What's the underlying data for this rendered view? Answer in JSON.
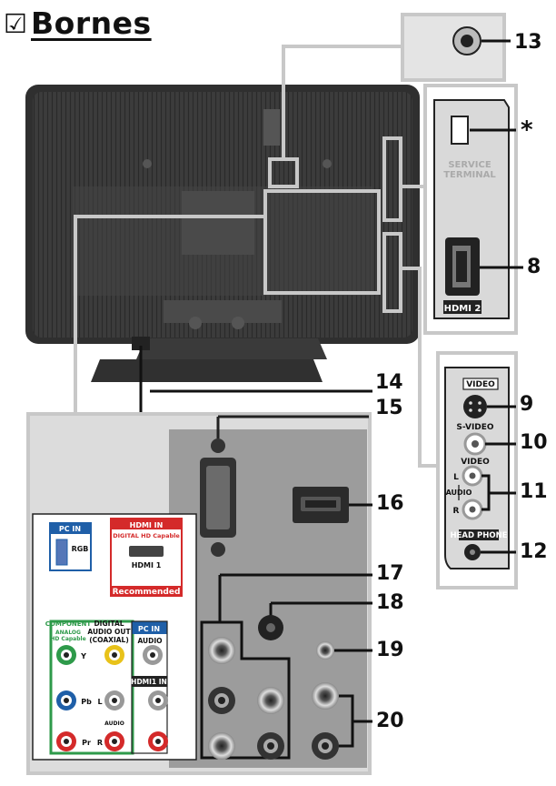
{
  "title": {
    "checkbox": "☑",
    "text": "Bornes"
  },
  "callouts": {
    "n13": "13",
    "star": "*",
    "n8": "8",
    "n14": "14",
    "n15": "15",
    "n9": "9",
    "n10": "10",
    "n11": "11",
    "n16": "16",
    "n12": "12",
    "n17": "17",
    "n18": "18",
    "n19": "19",
    "n20": "20"
  },
  "side_labels": {
    "service": "SERVICE",
    "terminal": "TERMINAL",
    "hdmi2": "HDMI 2",
    "video_box": "VIDEO",
    "svideo": "S-VIDEO",
    "video": "VIDEO",
    "l": "L",
    "audio": "AUDIO",
    "r": "R",
    "headphone": "HEAD PHONE"
  },
  "panel_labels": {
    "pc_in_top": "PC IN",
    "rgb": "RGB",
    "hdmi_in": "HDMI IN",
    "hdmi_capable": "DIGITAL HD Capable",
    "hdmi1": "HDMI 1",
    "recommended": "Recommended",
    "component": "COMPONENT",
    "analog": "ANALOG",
    "hd_capable": "HD Capable",
    "digital": "DIGITAL",
    "audio_out": "AUDIO OUT",
    "coaxial": "(COAXIAL)",
    "pc_in_mid": "PC IN",
    "audio": "AUDIO",
    "hdmi1_in": "HDMI1 IN",
    "y": "Y",
    "pb": "Pb",
    "pr": "Pr",
    "l": "L",
    "r": "R",
    "audio_small": "AUDIO"
  },
  "colors": {
    "green": "#2e9a4a",
    "blue": "#1f5fa8",
    "red": "#d42a2a",
    "yellow": "#e8c21a",
    "frame": "#c8c8c8",
    "tv": "#3a3a3a"
  }
}
